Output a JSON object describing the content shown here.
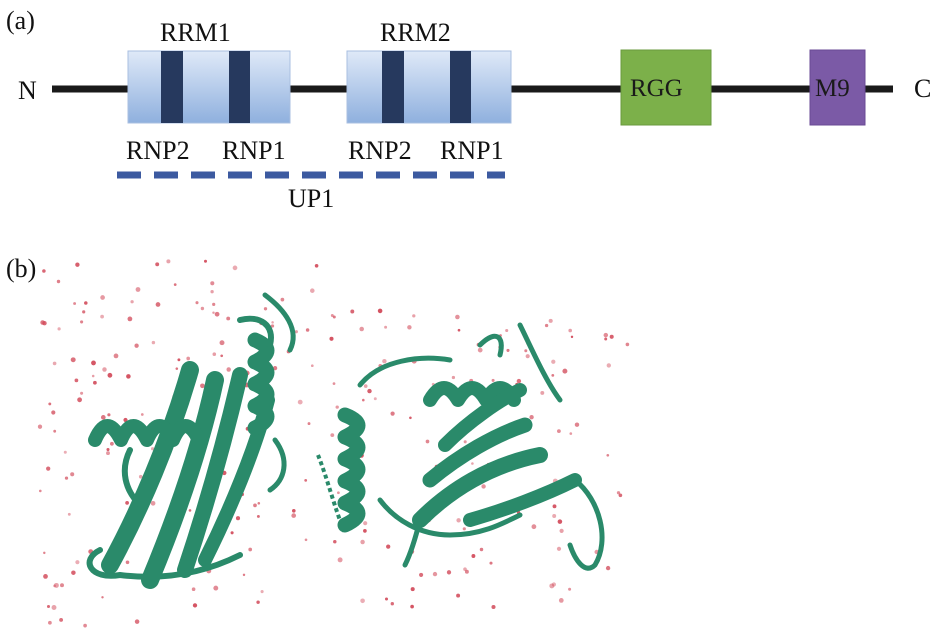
{
  "panel_a": {
    "label": "(a)",
    "n_terminus": "N",
    "c_terminus": "C",
    "rrm1": "RRM1",
    "rrm2": "RRM2",
    "rnp2_a": "RNP2",
    "rnp1_a": "RNP1",
    "rnp2_b": "RNP2",
    "rnp1_b": "RNP1",
    "up1": "UP1",
    "rgg": "RGG",
    "m9": "M9",
    "colors": {
      "backbone": "#1a1a1a",
      "rrm_light": "#c9daf3",
      "rrm_dark": "#7fa2d6",
      "rnp_band": "#24375c",
      "up1_dash": "#3c5aa0",
      "rgg_fill": "#7cb04a",
      "m9_fill": "#7b5aa6"
    }
  },
  "panel_b": {
    "label": "(b)",
    "colors": {
      "ribbon": "#2a8a6a",
      "ribbon_dark": "#1f6e53",
      "water": "#d24a5a"
    }
  }
}
